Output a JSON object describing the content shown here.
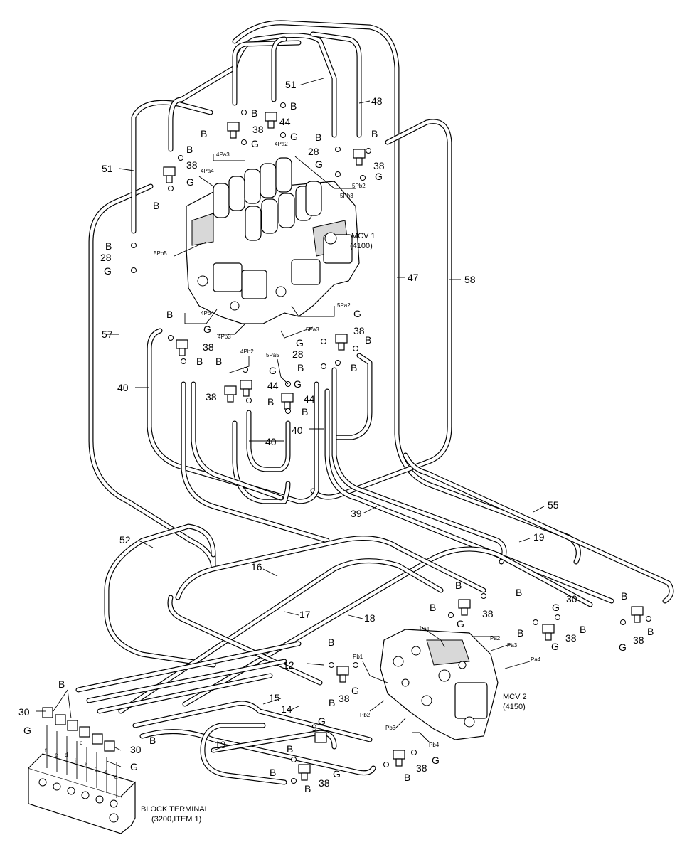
{
  "labels": {
    "mcv1": "MCV 1",
    "mcv1_code": "(4100)",
    "mcv2": "MCV 2",
    "mcv2_code": "(4150)",
    "block_terminal": "BLOCK TERMINAL",
    "block_terminal_ref": "(3200,ITEM 1)"
  },
  "callouts": {
    "n51": "51",
    "n48": "48",
    "n44": "44",
    "n38": "38",
    "n28": "28",
    "n47": "47",
    "n58": "58",
    "n57": "57",
    "n40": "40",
    "n52": "52",
    "n39": "39",
    "n55": "55",
    "n19": "19",
    "n16": "16",
    "n17": "17",
    "n18": "18",
    "n30": "30",
    "n12": "12",
    "n15": "15",
    "n14": "14",
    "n13": "13",
    "n9": "9",
    "B": "B",
    "G": "G"
  },
  "ports": {
    "p4Pa3": "4Pa3",
    "p4Pa2": "4Pa2",
    "p4Pa4": "4Pa4",
    "p5Pb2": "5Pb2",
    "p5Pb3": "5Pb3",
    "p5Pb5": "5Pb5",
    "p4Pb4": "4Pb4",
    "p4Pb3": "4Pb3",
    "p4Pb2": "4Pb2",
    "p5Pa5": "5Pa5",
    "p5Pa2": "5Pa2",
    "p5Pa3": "5Pa3",
    "Pa1": "Pa1",
    "Pa2": "Pa2",
    "Pa3": "Pa3",
    "Pa4": "Pa4",
    "Pb1": "Pb1",
    "Pb2": "Pb2",
    "Pb3": "Pb3",
    "Pb4": "Pb4",
    "a": "a",
    "b": "b",
    "c": "c",
    "d": "d",
    "e": "e",
    "f": "f",
    "g": "g",
    "h": "h",
    "j": "j"
  }
}
